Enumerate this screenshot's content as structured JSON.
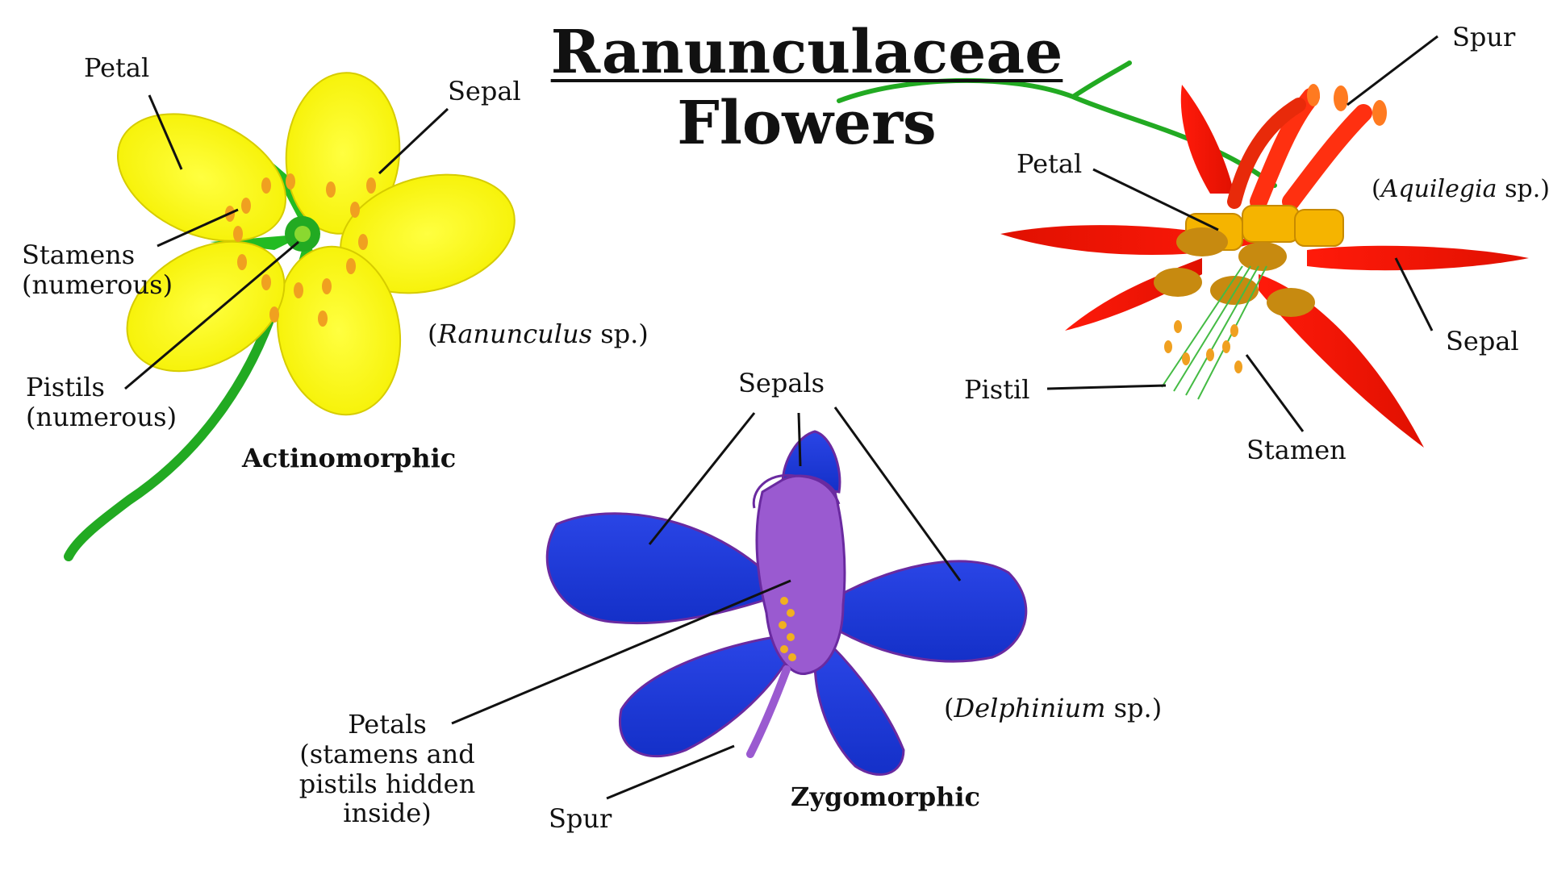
{
  "title": {
    "line1": "Ranunculaceae",
    "line2": "Flowers"
  },
  "ranunculus": {
    "petal": "Petal",
    "sepal": "Sepal",
    "stamens_1": "Stamens",
    "stamens_2": "(numerous)",
    "pistils_1": "Pistils",
    "pistils_2": "(numerous)",
    "species_italic": "Ranunculus",
    "species_rest": "sp.",
    "symmetry": "Actinomorphic"
  },
  "aquilegia": {
    "spur": "Spur",
    "petal": "Petal",
    "species_italic": "Aquilegia",
    "species_rest": "sp.",
    "sepal": "Sepal",
    "pistil": "Pistil",
    "stamen": "Stamen"
  },
  "delphinium": {
    "sepals": "Sepals",
    "petals_1": "Petals",
    "petals_2": "(stamens and",
    "petals_3": "pistils hidden",
    "petals_4": "inside)",
    "spur": "Spur",
    "species_italic": "Delphinium",
    "species_rest": "sp.",
    "symmetry": "Zygomorphic"
  },
  "colors": {
    "buttercup": "#ffff00",
    "columbine": "#ff2a10",
    "larkspur": "#1c3cd8",
    "petal_purple": "#9a5ad0",
    "stem": "#22aa22"
  }
}
